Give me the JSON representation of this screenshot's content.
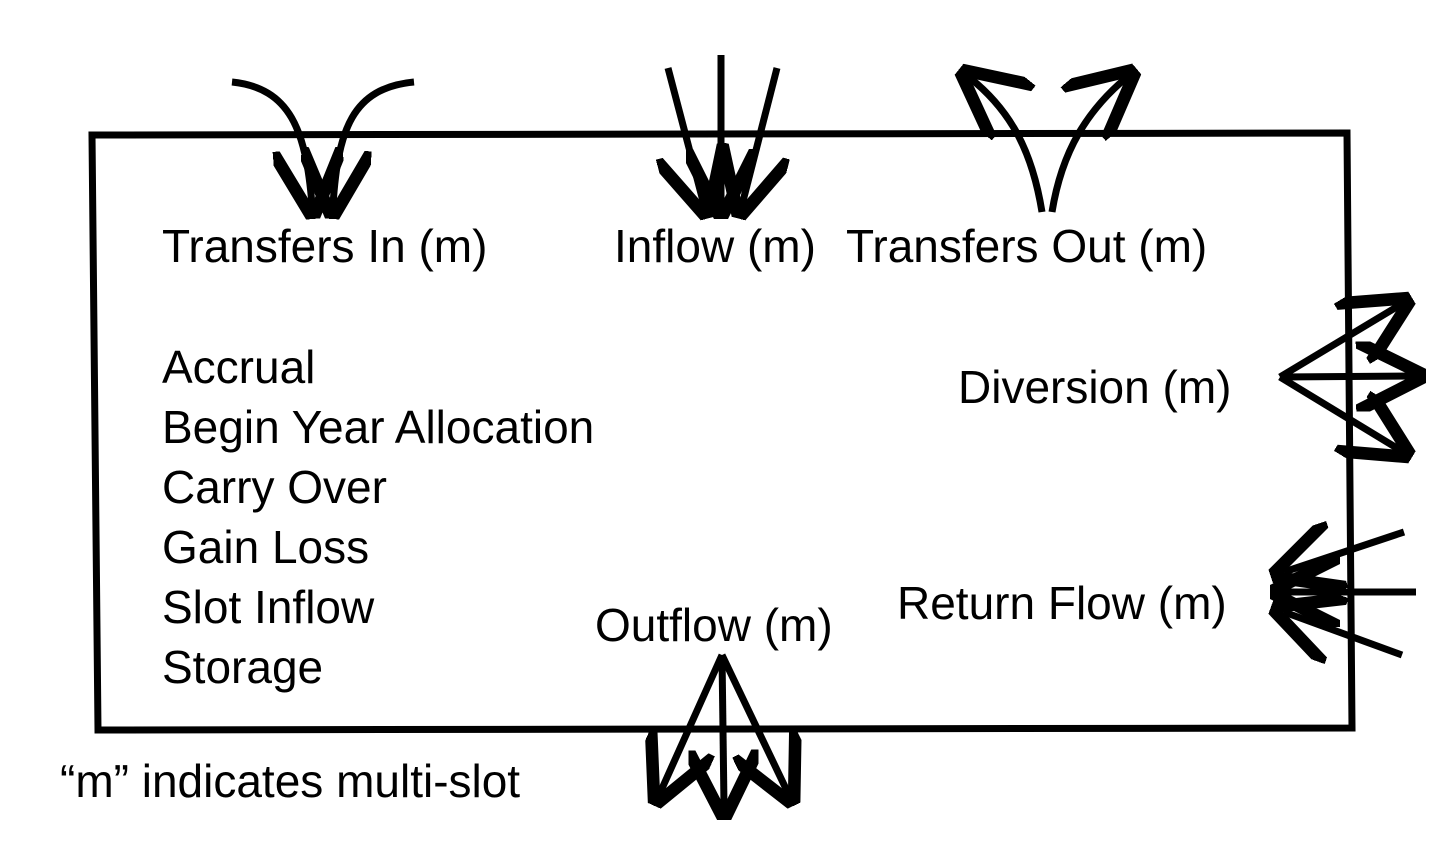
{
  "labels": {
    "transfers_in": "Transfers In (m)",
    "inflow": "Inflow (m)",
    "transfers_out": "Transfers Out (m)",
    "diversion": "Diversion (m)",
    "return_flow": "Return Flow (m)",
    "outflow": "Outflow (m)",
    "footnote": "“m” indicates multi-slot"
  },
  "slots": [
    "Accrual",
    "Begin Year Allocation",
    "Carry Over",
    "Gain Loss",
    "Slot Inflow",
    "Storage"
  ],
  "colors": {
    "line": "#000000",
    "background": "#ffffff"
  }
}
